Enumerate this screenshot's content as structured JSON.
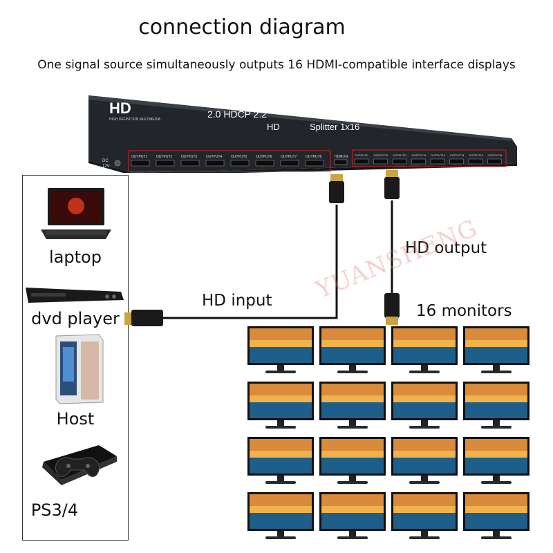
{
  "header": {
    "title": "connection diagram",
    "subtitle": "One signal source simultaneously outputs 16 HDMI-compatible interface displays"
  },
  "splitter": {
    "logo": "HD",
    "logo_sub": "HIGH DEFINITION MULTIMEDIA",
    "model_line1": "2.0 HDCP 2.2",
    "model_line2_a": "HD",
    "model_line2_b": "Splitter 1x16",
    "power_label_1": "DC",
    "power_label_2": "12V",
    "input_port": "HDMI IN",
    "outputs_left": [
      "OUTPUT1",
      "OUTPUT2",
      "OUTPUT3",
      "OUTPUT4",
      "OUTPUT5",
      "OUTPUT6",
      "OUTPUT7",
      "OUTPUT8"
    ],
    "outputs_right": [
      "OUTPUT9",
      "OUTPUT10",
      "OUTPUT11",
      "OUTPUT12",
      "OUTPUT13",
      "OUTPUT14",
      "OUTPUT15",
      "OUTPUT16"
    ]
  },
  "sources": [
    {
      "label": "laptop",
      "icon": "laptop-icon"
    },
    {
      "label": "dvd player",
      "icon": "dvd-player-icon"
    },
    {
      "label": "Host",
      "icon": "desktop-tower-icon"
    },
    {
      "label": "PS3/4",
      "icon": "game-console-icon"
    }
  ],
  "labels": {
    "hd_input": "HD input",
    "hd_output": "HD output",
    "monitors": "16 monitors"
  },
  "watermark": "YUANSHENG",
  "monitor_count": 16,
  "colors": {
    "splitter_body": "#1e2226",
    "port_outline": "#d02020",
    "cable": "#111111"
  }
}
